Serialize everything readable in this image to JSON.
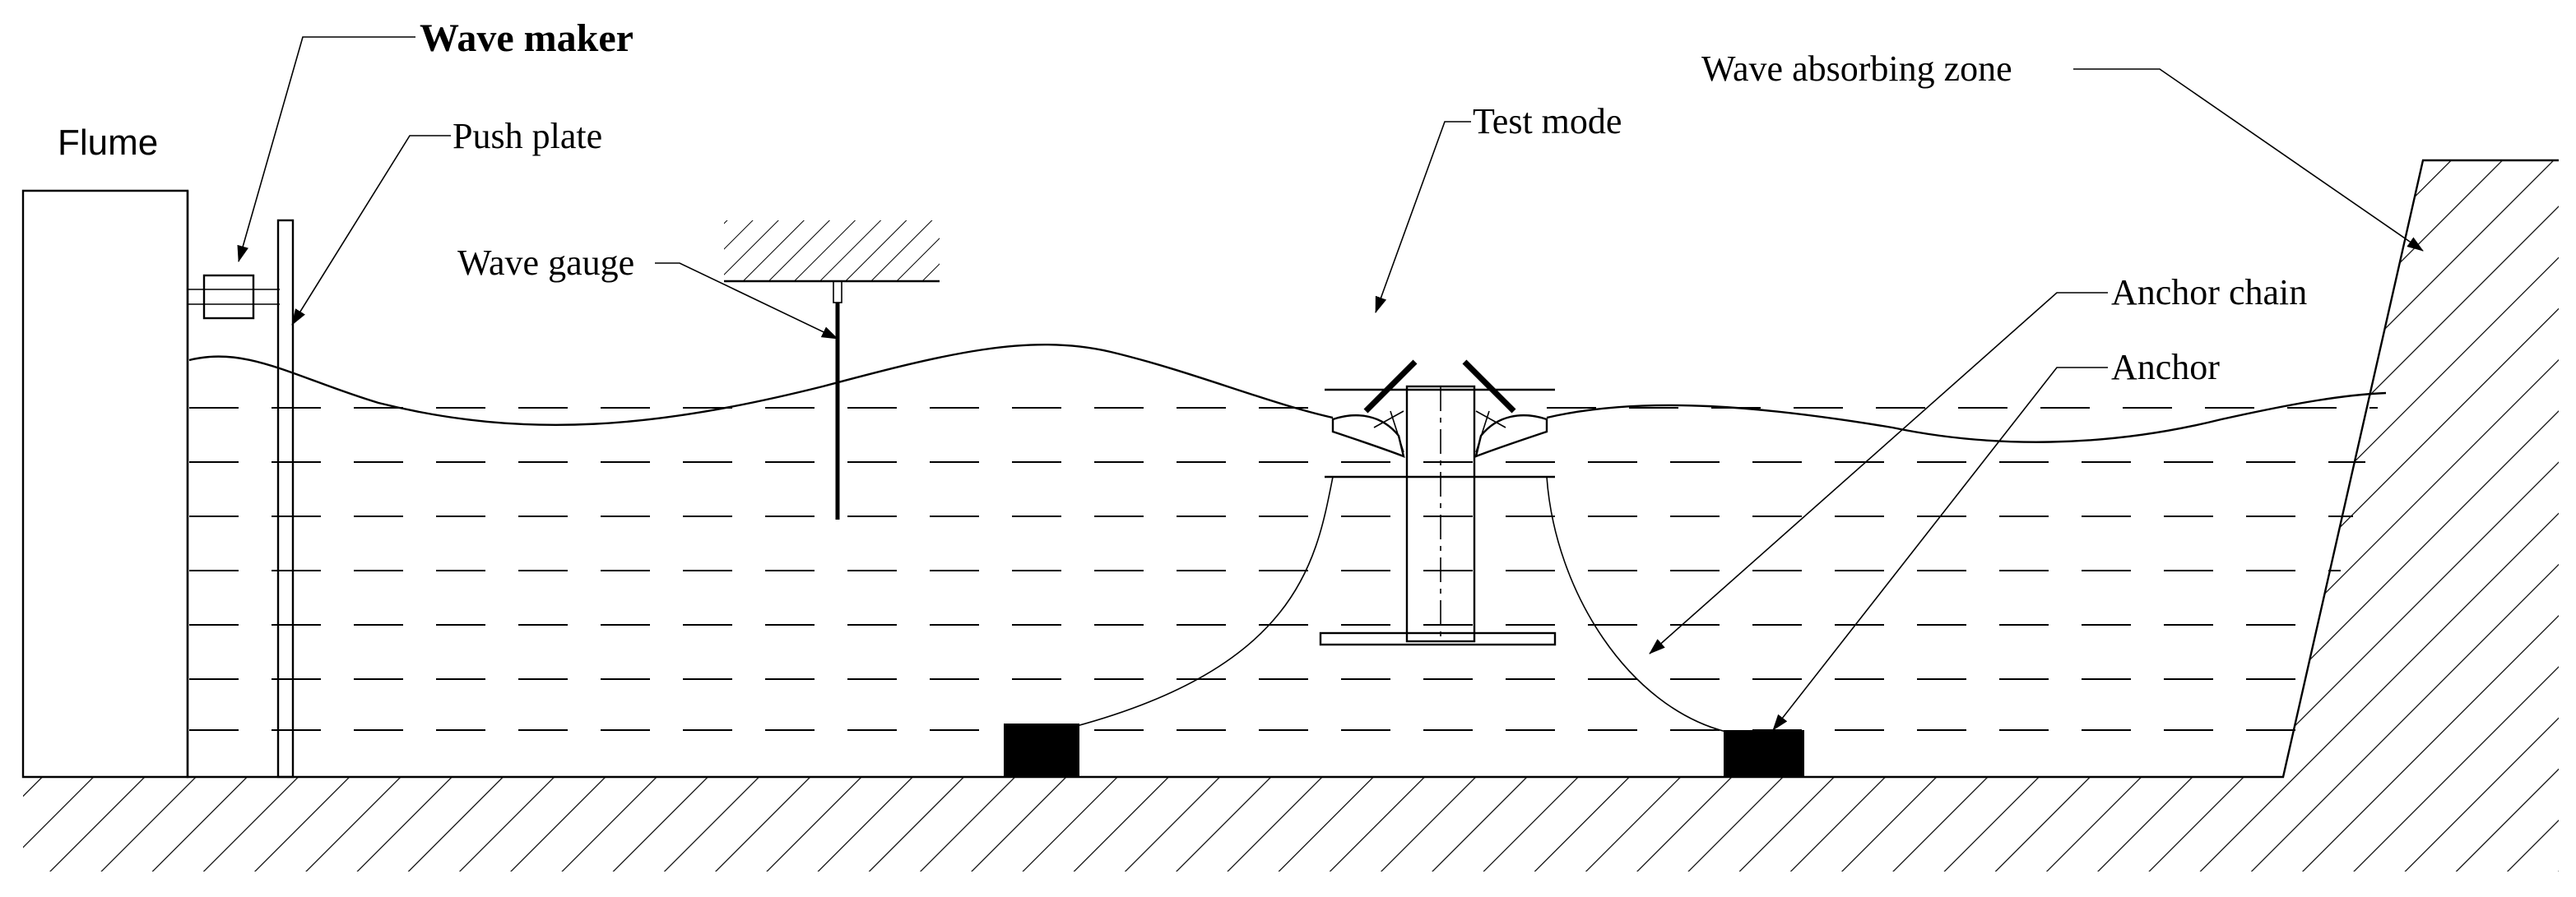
{
  "labels": {
    "flume": "Flume",
    "wave_maker": "Wave maker",
    "push_plate": "Push plate",
    "wave_gauge": "Wave gauge",
    "test_mode": "Test mode",
    "wave_absorbing_zone": "Wave absorbing zone",
    "anchor_chain": "Anchor chain",
    "anchor": "Anchor"
  },
  "colors": {
    "line": "#000000",
    "fill": "#000000",
    "background": "#ffffff"
  }
}
